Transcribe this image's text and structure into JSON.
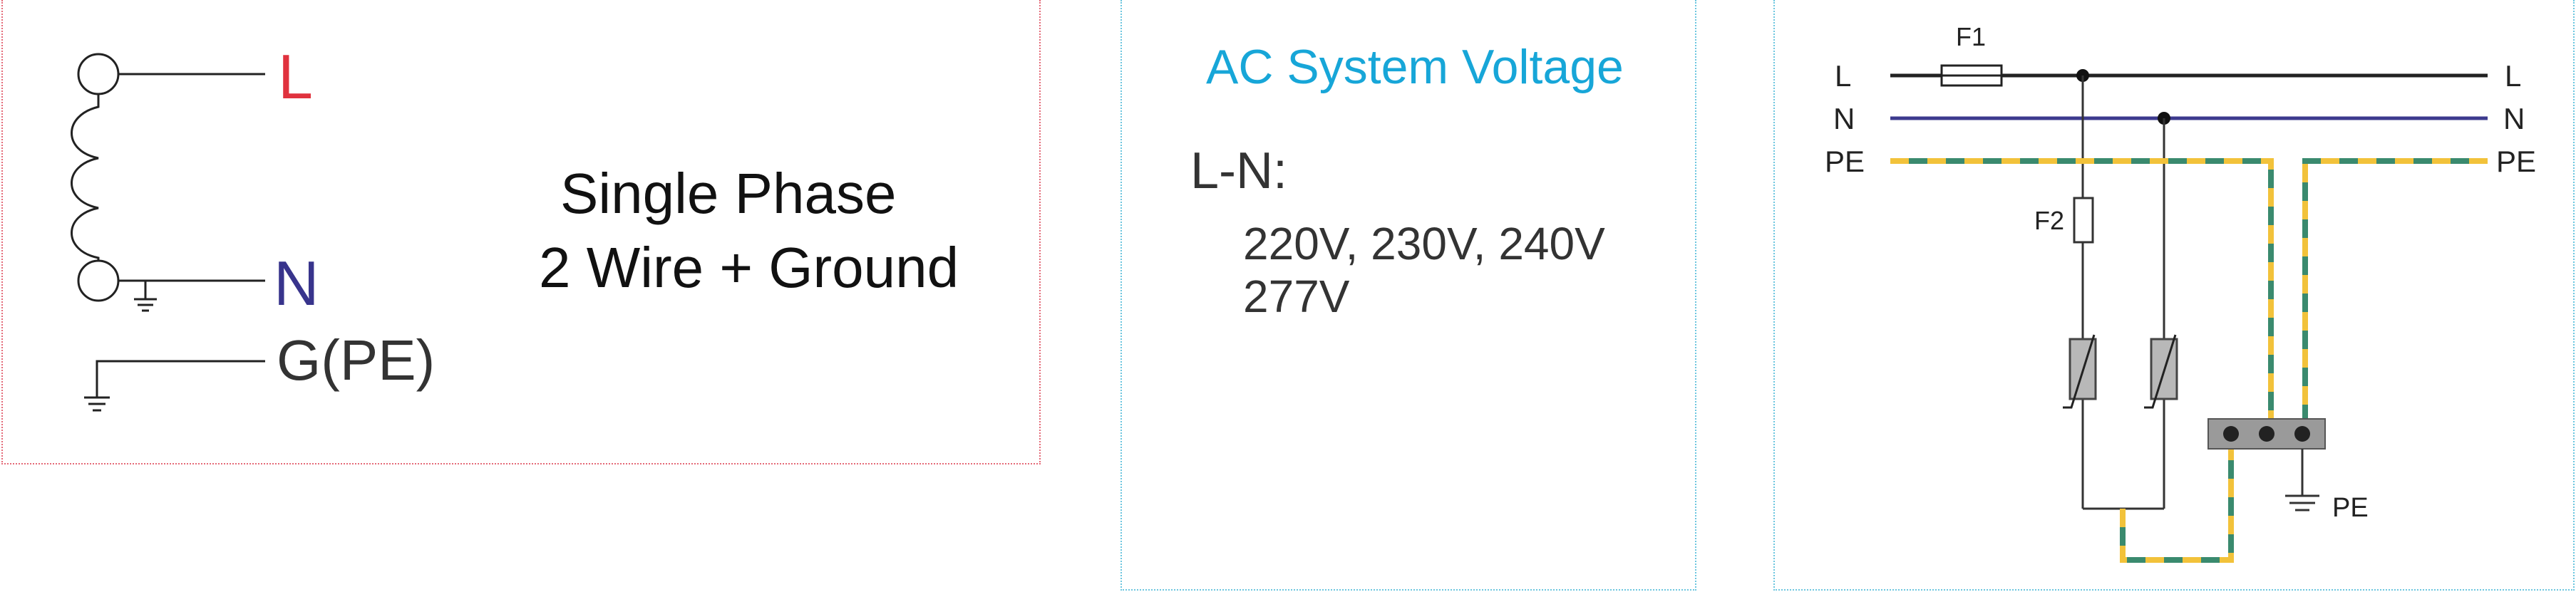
{
  "phase_panel": {
    "line_label": "L",
    "neutral_label": "N",
    "ground_label": "G(PE)",
    "description_line1": "Single Phase",
    "description_line2": "2 Wire + Ground",
    "colors": {
      "line": "#e0323e",
      "neutral": "#38348c",
      "ground": "#333333"
    }
  },
  "voltage_panel": {
    "title": "AC System Voltage",
    "heading": "L-N:",
    "values_line1": "220V, 230V, 240V",
    "values_line2": "277V"
  },
  "wiring_panel": {
    "left_labels": [
      "L",
      "N",
      "PE"
    ],
    "right_labels": [
      "L",
      "N",
      "PE"
    ],
    "fuse1_label": "F1",
    "fuse2_label": "F2",
    "ground_label": "PE",
    "colors": {
      "line_wire": "#222222",
      "neutral_wire": "#3c3a8e",
      "pe_green": "#3a8a6e",
      "pe_yellow": "#f2c23a",
      "varistor": "#b8b8b8",
      "terminal": "#9a9a9a"
    }
  }
}
